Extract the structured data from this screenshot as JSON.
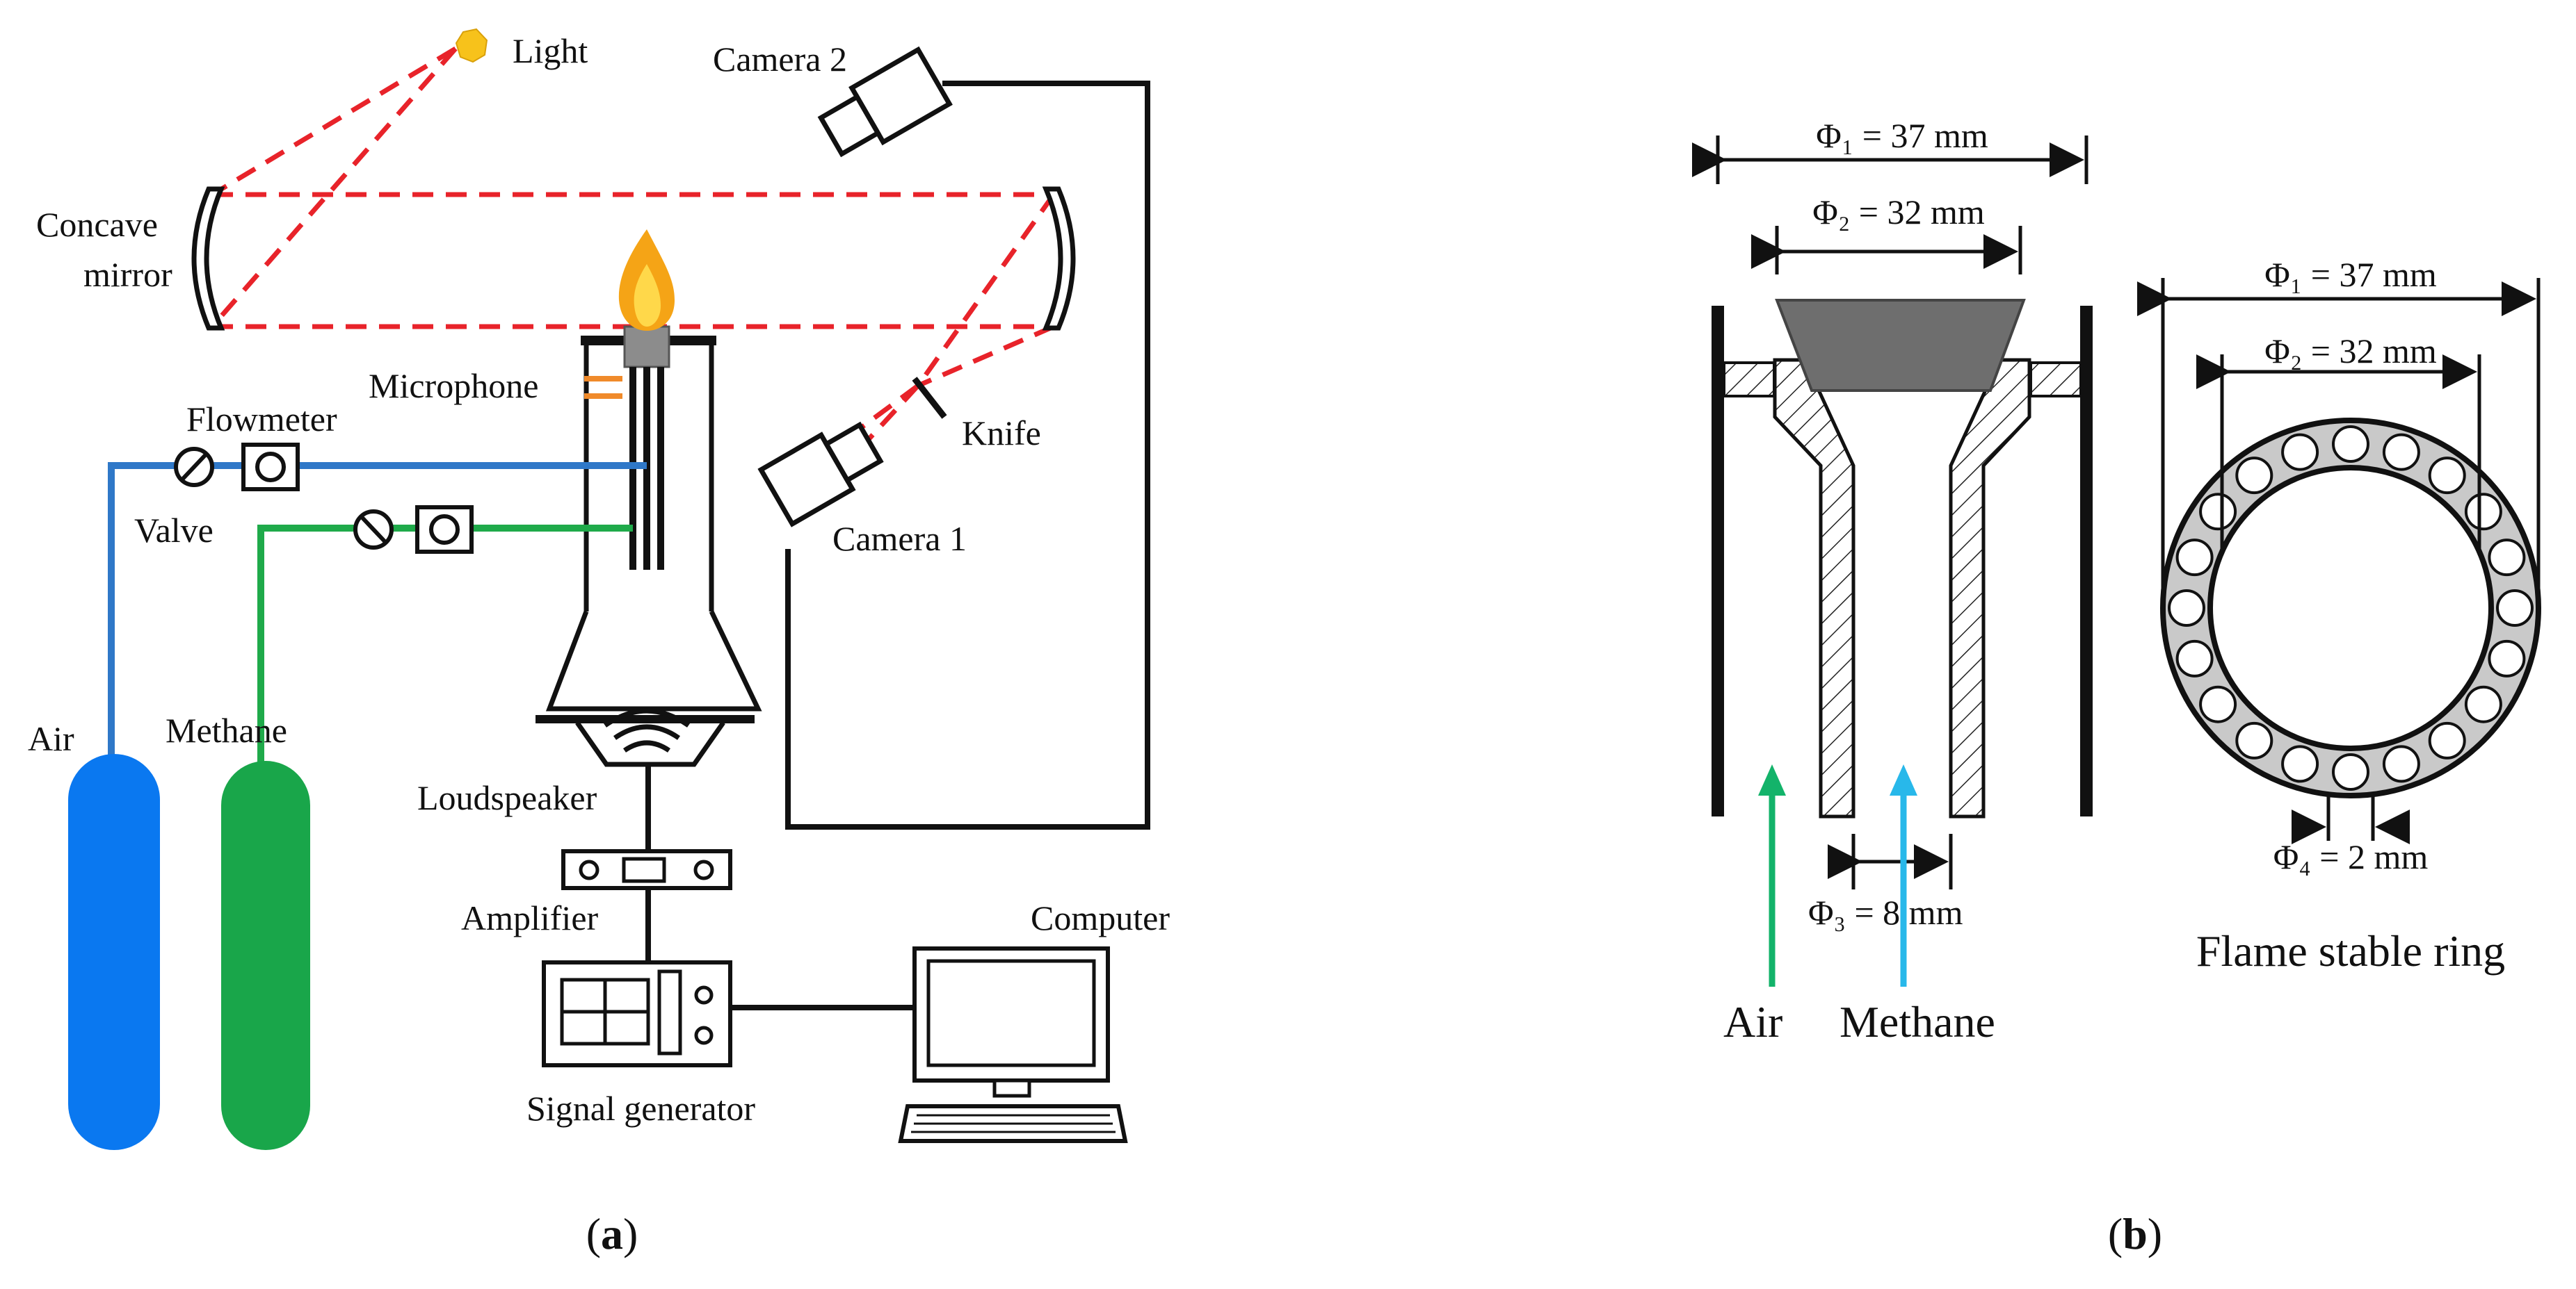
{
  "panel_a": {
    "caption_open": "(",
    "caption_letter": "a",
    "caption_close": ")",
    "labels": {
      "light": "Light",
      "camera2": "Camera 2",
      "concave_mirror_line1": "Concave",
      "concave_mirror_line2": "mirror",
      "microphone": "Microphone",
      "flowmeter": "Flowmeter",
      "valve": "Valve",
      "knife": "Knife",
      "camera1": "Camera 1",
      "air": "Air",
      "methane": "Methane",
      "loudspeaker": "Loudspeaker",
      "amplifier": "Amplifier",
      "computer": "Computer",
      "signal_generator": "Signal generator"
    }
  },
  "panel_b": {
    "caption_open": "(",
    "caption_letter": "b",
    "caption_close": ")",
    "dimensions": {
      "phi1_top": "Φ₁ = 37 mm",
      "phi2_top": "Φ₂ = 32 mm",
      "phi3": "Φ₃ = 8 mm",
      "phi1_ring": "Φ₁ = 37 mm",
      "phi2_ring": "Φ₂ = 32 mm",
      "phi4": "Φ₄ = 2 mm"
    },
    "labels": {
      "air": "Air",
      "methane": "Methane",
      "ring": "Flame stable ring"
    }
  },
  "colors": {
    "air_line": "#2f78c8",
    "methane_line": "#1faa4a",
    "air_tank": "#0a78f0",
    "methane_tank": "#19a64a",
    "laser": "#e8232a",
    "mic": "#f08a2a",
    "light": "#f7c21b",
    "air_arrow": "#13b36a",
    "methane_arrow": "#28b8ea",
    "cone_fill": "#6e6e6e",
    "ring_fill": "#c9c9c9"
  }
}
